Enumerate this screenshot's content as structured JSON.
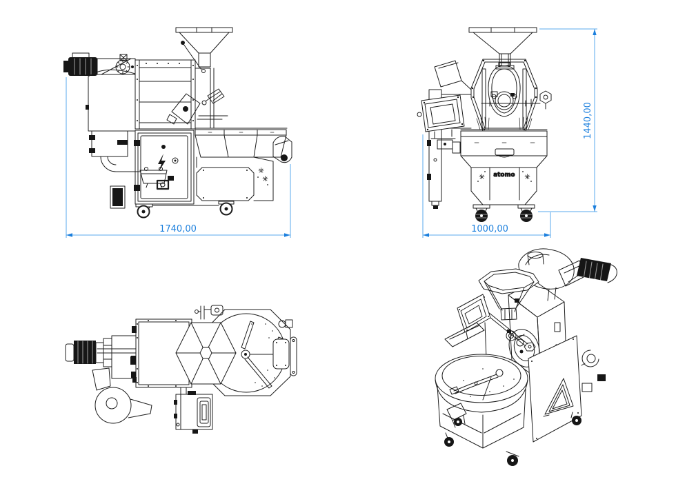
{
  "drawing": {
    "background": "#ffffff",
    "line_color": "#1c1c1c",
    "dimension_line_color": "#58aaec",
    "dimension_text_color": "#1b7fdd"
  },
  "views": {
    "side_view": {
      "width_dim": "1740,00"
    },
    "front_view": {
      "width_dim": "1000,00",
      "height_dim": "1440,00",
      "brand_logo": "atomo"
    },
    "top_view": {},
    "isometric_view": {}
  }
}
